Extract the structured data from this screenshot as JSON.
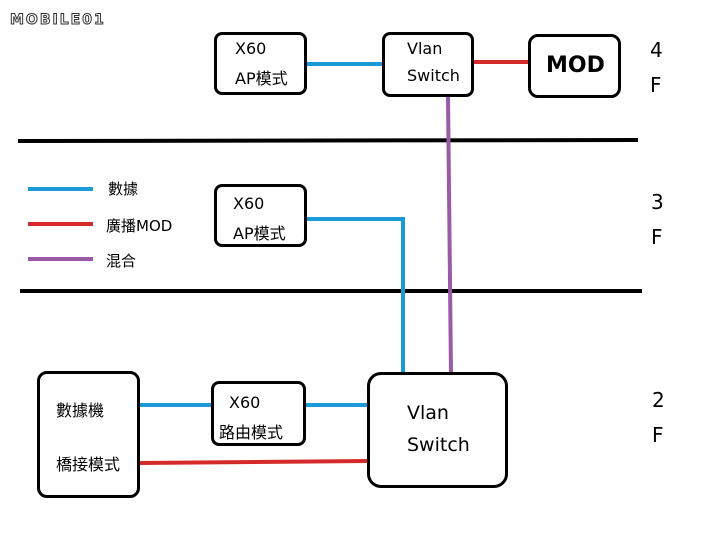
{
  "logo": {
    "text": "MOBILE01"
  },
  "colors": {
    "data": "#1a9ad6",
    "broadcast": "#d62a2a",
    "mixed": "#9b5aa6",
    "stroke": "#000000"
  },
  "legend": [
    {
      "key": "data",
      "label": "數據"
    },
    {
      "key": "broadcast",
      "label": "廣播MOD"
    },
    {
      "key": "mixed",
      "label": "混合"
    }
  ],
  "floors": {
    "f4": {
      "num": "4",
      "unit": "F"
    },
    "f3": {
      "num": "3",
      "unit": "F"
    },
    "f2": {
      "num": "2",
      "unit": "F"
    }
  },
  "nodes": {
    "ap4": {
      "line1": "X60",
      "line2": "AP模式"
    },
    "switch4": {
      "line1": "Vlan",
      "line2": "Switch"
    },
    "mod": {
      "label": "MOD"
    },
    "ap3": {
      "line1": "X60",
      "line2": "AP模式"
    },
    "router2": {
      "line1": "X60",
      "line2": "路由模式"
    },
    "switch2": {
      "line1": "Vlan",
      "line2": "Switch"
    },
    "modem": {
      "line1": "數據機",
      "line2": "橋接模式"
    }
  }
}
